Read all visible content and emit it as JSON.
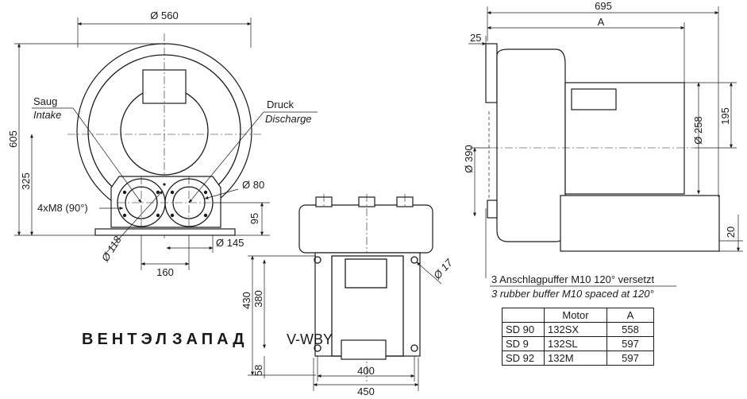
{
  "front_view": {
    "dims": {
      "width_top": "Ø 560",
      "height": "605",
      "center_height": "325",
      "foot_height": "95",
      "flange_dia": "Ø 80",
      "bolt_circle": "Ø 118",
      "foot_spacing": "160",
      "foot_width": "Ø 145",
      "bolts": "4xM8 (90°)"
    },
    "labels": {
      "intake_de": "Saug",
      "intake_en": "Intake",
      "discharge_de": "Druck",
      "discharge_en": "Discharge"
    }
  },
  "bottom_view": {
    "dims": {
      "height_total": "430",
      "height_inner": "380",
      "base": "58",
      "inner_width": "400",
      "outer_width": "450",
      "hole_dia": "Ø 17"
    }
  },
  "side_view": {
    "dims": {
      "length": "695",
      "length_a": "A",
      "flange_offset": "25",
      "motor_dia": "Ø 258",
      "motor_height": "195",
      "housing_dia": "Ø 390",
      "foot_height": "20"
    },
    "note_de": "3 Anschlagpuffer M10 120° versetzt",
    "note_en": "3 rubber buffer M10 spaced at 120°"
  },
  "watermark": {
    "brand_part1": "ВЕНТЭЛ",
    "brand_part2": "ЗАПАД",
    "brand_part3": "V-WBY",
    "color1": "#b9d3e3",
    "color2": "#c9c9c9"
  },
  "motor_table": {
    "headers": [
      "",
      "Motor",
      "A"
    ],
    "rows": [
      [
        "SD 90",
        "132SX",
        "558"
      ],
      [
        "SD 9",
        "132SL",
        "597"
      ],
      [
        "SD 92",
        "132M",
        "597"
      ]
    ]
  }
}
